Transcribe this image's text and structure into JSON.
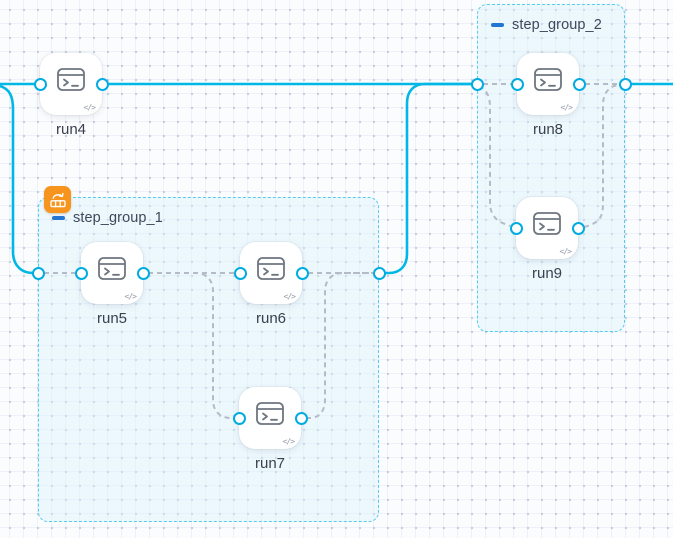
{
  "app": {
    "view": "workflow-canvas"
  },
  "colors": {
    "edge_solid": "#00b7e6",
    "edge_dashed": "#b4bac6",
    "group_border": "#55cbf0",
    "group_fill": "rgba(216,241,252,0.38)",
    "group_label": "#3f4859",
    "collapse_dash": "#2276d3",
    "badge_orange": "#f7941e",
    "node_label": "#3a414d",
    "port_border": "#00ace0",
    "node_icon": "#6e7680",
    "canvas_bg": "#fbfcfe",
    "grid_dot": "#c6cddc"
  },
  "groups": [
    {
      "id": "step_group_1",
      "label": "step_group_1",
      "collapse_icon": "minus-icon",
      "badge_icon": "loop-steps-icon",
      "has_badge": true
    },
    {
      "id": "step_group_2",
      "label": "step_group_2",
      "collapse_icon": "minus-icon",
      "has_badge": false
    }
  ],
  "nodes": [
    {
      "id": "run4",
      "label": "run4",
      "icon": "terminal-icon",
      "corner_icon": "code-icon",
      "code_glyph": "</>"
    },
    {
      "id": "run5",
      "label": "run5",
      "icon": "terminal-icon",
      "corner_icon": "code-icon",
      "code_glyph": "</>",
      "group": "step_group_1"
    },
    {
      "id": "run6",
      "label": "run6",
      "icon": "terminal-icon",
      "corner_icon": "code-icon",
      "code_glyph": "</>",
      "group": "step_group_1"
    },
    {
      "id": "run7",
      "label": "run7",
      "icon": "terminal-icon",
      "corner_icon": "code-icon",
      "code_glyph": "</>",
      "group": "step_group_1"
    },
    {
      "id": "run8",
      "label": "run8",
      "icon": "terminal-icon",
      "corner_icon": "code-icon",
      "code_glyph": "</>",
      "group": "step_group_2"
    },
    {
      "id": "run9",
      "label": "run9",
      "icon": "terminal-icon",
      "corner_icon": "code-icon",
      "code_glyph": "</>",
      "group": "step_group_2"
    }
  ],
  "edges": [
    {
      "from": "offscreen-left",
      "to": "run4",
      "style": "solid"
    },
    {
      "from": "offscreen-left",
      "to": "step_group_1",
      "style": "solid"
    },
    {
      "from": "run4",
      "to": "step_group_2",
      "style": "solid"
    },
    {
      "from": "step_group_1",
      "to": "step_group_2",
      "style": "solid"
    },
    {
      "from": "step_group_2",
      "to": "offscreen-right",
      "style": "solid"
    },
    {
      "from": "step_group_1-input",
      "to": "run5",
      "style": "dashed"
    },
    {
      "from": "run5",
      "to": "run6",
      "style": "dashed"
    },
    {
      "from": "run5",
      "to": "run7",
      "style": "dashed"
    },
    {
      "from": "run6",
      "to": "step_group_1-output",
      "style": "dashed"
    },
    {
      "from": "run7",
      "to": "step_group_1-output",
      "style": "dashed"
    },
    {
      "from": "step_group_2-input",
      "to": "run8",
      "style": "dashed"
    },
    {
      "from": "step_group_2-input",
      "to": "run9",
      "style": "dashed"
    },
    {
      "from": "run8",
      "to": "step_group_2-output",
      "style": "dashed"
    },
    {
      "from": "run9",
      "to": "step_group_2-output",
      "style": "dashed"
    }
  ]
}
